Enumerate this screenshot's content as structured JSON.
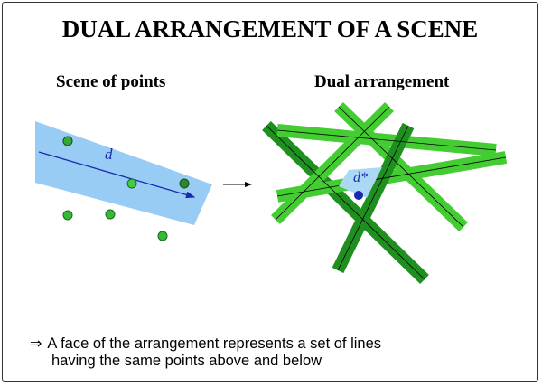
{
  "title": "DUAL ARRANGEMENT OF A SCENE",
  "left_panel": {
    "heading": "Scene of points",
    "line_label": "d"
  },
  "right_panel": {
    "heading": "Dual arrangement",
    "face_label": "d*"
  },
  "transition_symbol": "→",
  "caption": {
    "symbol": "⇒",
    "line1": "A face of the arrangement represents a set of lines",
    "line2": "having the same points above and below"
  },
  "colors": {
    "wedge": "#99ccf5",
    "point_green": "#33aa33",
    "dual_line_light": "#44cc33",
    "dual_line_dark": "#1f8f1f",
    "line_blue": "#1a2ab0",
    "face_blue": "#aad8f5"
  }
}
